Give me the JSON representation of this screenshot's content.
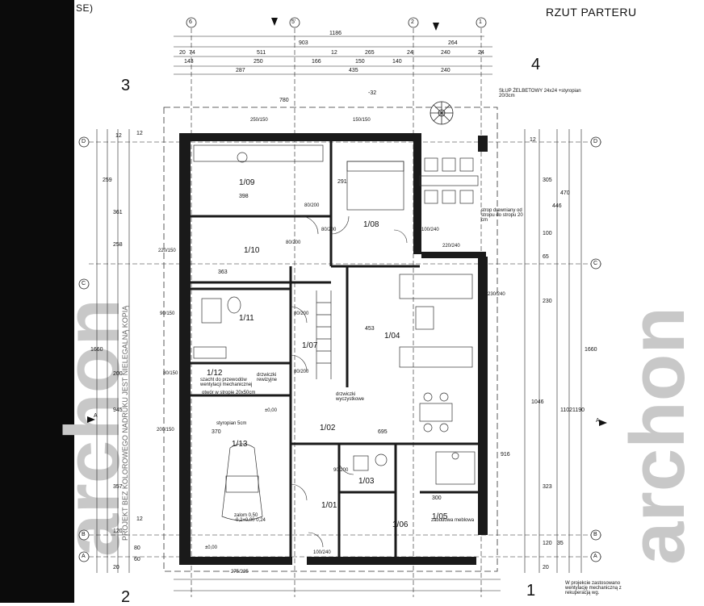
{
  "header": {
    "title": "RZUT PARTERU",
    "corner_fragment": "SE)"
  },
  "quadrants": [
    "3",
    "4",
    "2",
    "1"
  ],
  "axis_labels": {
    "top": [
      "6",
      "5'",
      "2",
      "1"
    ],
    "left": [
      "D",
      "C",
      "B",
      "A"
    ],
    "right": [
      "D",
      "C",
      "B",
      "A"
    ]
  },
  "top_dimensions": [
    "1186",
    "903",
    "264",
    "20",
    "74",
    "511",
    "12",
    "265",
    "24",
    "240",
    "24",
    "143",
    "250",
    "166",
    "150",
    "140",
    "287",
    "435",
    "240",
    "780",
    "-32"
  ],
  "left_dimensions": [
    "12",
    "259",
    "361",
    "258",
    "1660",
    "200",
    "945",
    "357",
    "120",
    "80",
    "20",
    "12",
    "12",
    "60"
  ],
  "right_dimensions": [
    "12",
    "305",
    "470",
    "446",
    "100",
    "65",
    "230",
    "1046",
    "1102",
    "1190",
    "1660",
    "323",
    "916",
    "120",
    "35",
    "20"
  ],
  "rooms": [
    {
      "id": "1/09",
      "width": "398"
    },
    {
      "id": "1/08",
      "width": "291"
    },
    {
      "id": "1/10",
      "width": "363"
    },
    {
      "id": "1/11"
    },
    {
      "id": "1/12"
    },
    {
      "id": "1/07"
    },
    {
      "id": "1/04",
      "width": "453"
    },
    {
      "id": "1/02",
      "width": "695"
    },
    {
      "id": "1/13",
      "width": "370"
    },
    {
      "id": "1/03"
    },
    {
      "id": "1/01"
    },
    {
      "id": "1/05",
      "width": "300"
    },
    {
      "id": "1/06"
    }
  ],
  "door_codes": [
    "250/150",
    "150/150",
    "80/200",
    "80/200",
    "100/240",
    "220/240",
    "220/150",
    "80/200",
    "90/150",
    "80/200",
    "80/150",
    "230/240",
    "200/150",
    "275/225",
    "80/200",
    "90/200",
    "100/240"
  ],
  "notes": [
    {
      "key": "column",
      "text": "SŁUP ŻELBETOWY 24x24 +styropian 20/3cm"
    },
    {
      "key": "ceiling",
      "text": "strop drewniany od stropu do stropu 20 cm"
    },
    {
      "key": "shaft",
      "text": "otwór w stropie 20x50cm"
    },
    {
      "key": "duct",
      "text": "szacht do przewodów wentylacji mechanicznej"
    },
    {
      "key": "styrofoam",
      "text": "styropian 5cm"
    },
    {
      "key": "dimmer",
      "text": "drzwiczki rewizyjne"
    },
    {
      "key": "shaft2",
      "text": "drzwiczki wyczystkowe"
    },
    {
      "key": "floor",
      "text": "±0,00"
    },
    {
      "key": "floor2",
      "text": "±0,00"
    },
    {
      "key": "boiler",
      "text": "zabudowa meblowa"
    },
    {
      "key": "garage_floor",
      "text": "zalom 0,50 -0,2+0,00 0,24"
    },
    {
      "key": "vent",
      "text": "W projekcie zastosowano wentylację mechaniczną z rekuperacją wg."
    }
  ],
  "marks": [
    "A",
    "A",
    "1",
    "2"
  ],
  "watermark": {
    "left": "archon",
    "right": "archon",
    "vertical": "PROJEKT BEZ KOLOROWEGO NADRUKU JEST NIELEGALNĄ KOPIĄ"
  },
  "colors": {
    "ink": "#111111",
    "wall_fill": "#1a1a1a",
    "paper": "#ffffff",
    "watermark": "#c8c8c8"
  }
}
